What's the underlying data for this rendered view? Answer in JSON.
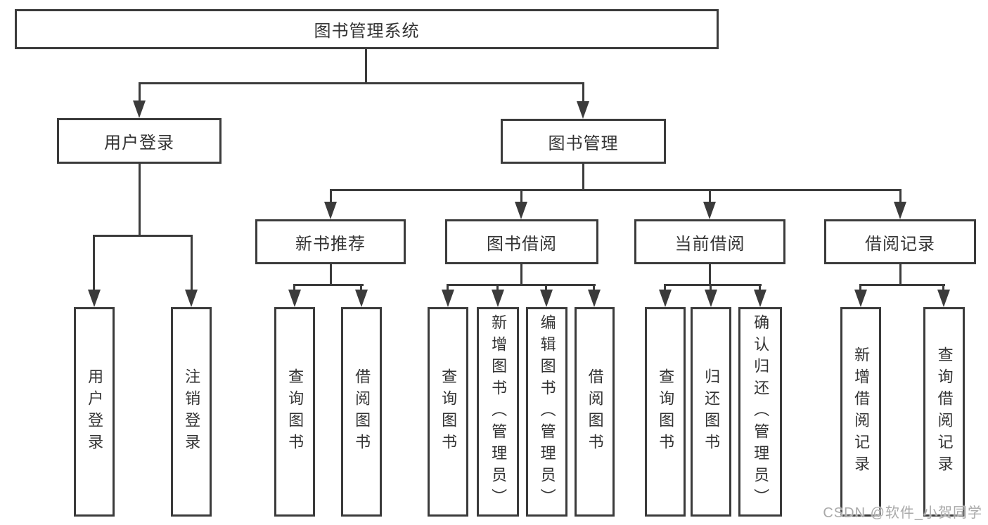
{
  "tree": {
    "label": "图书管理系统",
    "children": [
      {
        "label": "用户登录",
        "children": [
          {
            "label": "用户登录"
          },
          {
            "label": "注销登录"
          }
        ]
      },
      {
        "label": "图书管理",
        "children": [
          {
            "label": "新书推荐",
            "children": [
              {
                "label": "查询图书"
              },
              {
                "label": "借阅图书"
              }
            ]
          },
          {
            "label": "图书借阅",
            "children": [
              {
                "label": "查询图书"
              },
              {
                "label": "新增图书（管理员）"
              },
              {
                "label": "编辑图书（管理员）"
              },
              {
                "label": "借阅图书"
              }
            ]
          },
          {
            "label": "当前借阅",
            "children": [
              {
                "label": "查询图书"
              },
              {
                "label": "归还图书"
              },
              {
                "label": "确认归还（管理员）"
              }
            ]
          },
          {
            "label": "借阅记录",
            "children": [
              {
                "label": "新增借阅记录"
              },
              {
                "label": "查询借阅记录"
              }
            ]
          }
        ]
      }
    ]
  },
  "watermark": {
    "text": "CSDN @软件_小贺同学"
  },
  "colors": {
    "line": "#3b3b3b",
    "text": "#333333",
    "background": "#ffffff",
    "watermark": "#a9a9a9"
  }
}
